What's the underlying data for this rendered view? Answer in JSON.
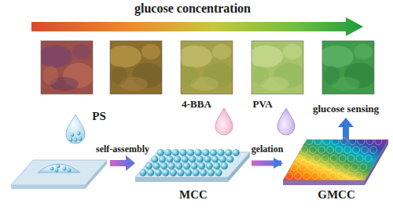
{
  "diagram": {
    "nodes": [
      {
        "text": [
          "MCC"
        ]
      },
      {
        "text": [
          "GMCC"
        ]
      }
    ],
    "edges": [
      {
        "from": 0,
        "to": 1,
        "arrow": "to",
        "label": "gelation"
      }
    ],
    "labels": [
      "glucose concentration",
      "PS",
      "self-assembly",
      "4-BBA",
      "PVA",
      "glucose sensing"
    ]
  }
}
